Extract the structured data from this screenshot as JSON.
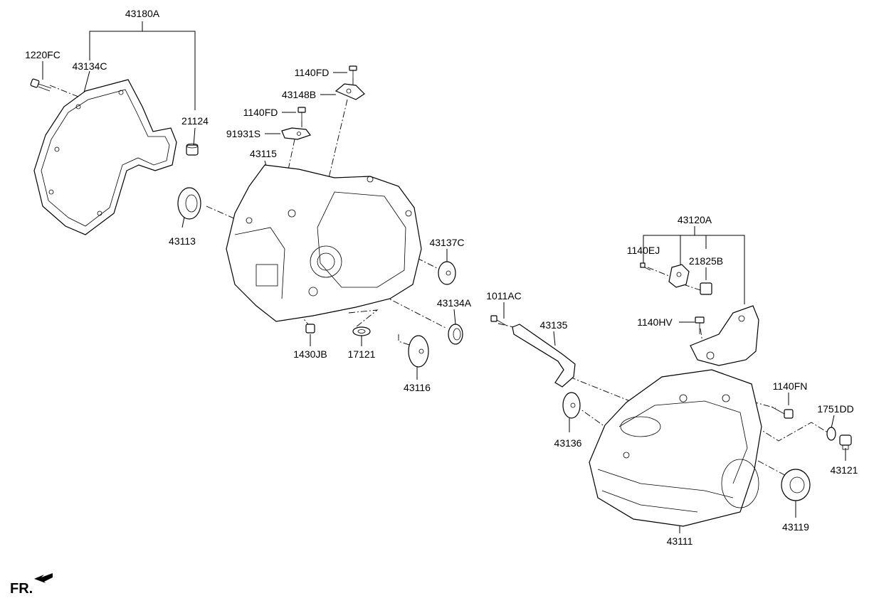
{
  "labels": {
    "p43180A": "43180A",
    "p1220FC": "1220FC",
    "p43134C": "43134C",
    "p21124": "21124",
    "p1140FD_top": "1140FD",
    "p43148B": "43148B",
    "p1140FD_mid": "1140FD",
    "p91931S": "91931S",
    "p43115": "43115",
    "p43113": "43113",
    "p43137C": "43137C",
    "p43134A": "43134A",
    "p1430JB": "1430JB",
    "p17121": "17121",
    "p43116": "43116",
    "p1011AC": "1011AC",
    "p43135": "43135",
    "p43120A": "43120A",
    "p1140EJ": "1140EJ",
    "p21825B": "21825B",
    "p1140HV": "1140HV",
    "p1140FN": "1140FN",
    "p1751DD": "1751DD",
    "p43136": "43136",
    "p43121": "43121",
    "p43119": "43119",
    "p43111": "43111"
  },
  "orientation_marker": "FR."
}
